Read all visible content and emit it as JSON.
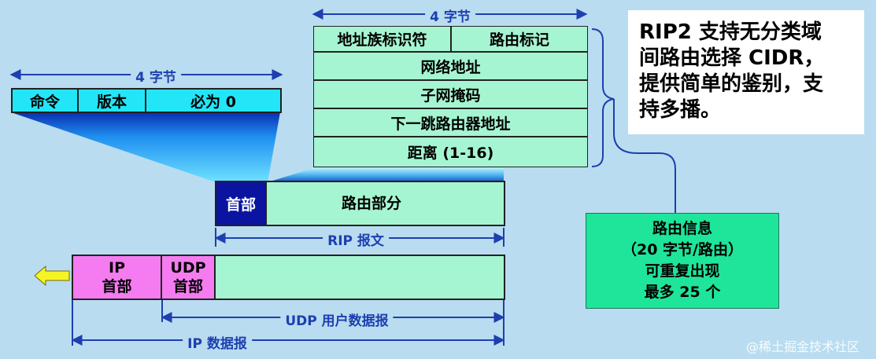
{
  "route_entry": {
    "width_label": "4 字节",
    "row1": {
      "left": "地址族标识符",
      "right": "路由标记"
    },
    "rows": [
      "网络地址",
      "子网掩码",
      "下一跳路由器地址",
      "距离 (1-16)"
    ]
  },
  "header_fields": {
    "width_label": "4 字节",
    "fields": [
      "命令",
      "版本",
      "必为 0"
    ]
  },
  "rip_message": {
    "header": "首部",
    "body": "路由部分",
    "label": "RIP 报文"
  },
  "udp_datagram": {
    "ip_header_line1": "IP",
    "ip_header_line2": "首部",
    "udp_header_line1": "UDP",
    "udp_header_line2": "首部",
    "label": "UDP 用户数据报"
  },
  "ip_datagram": {
    "label": "IP 数据报"
  },
  "route_info_box": {
    "lines": [
      "路由信息",
      "（20 字节/路由）",
      "可重复出现",
      "最多 25 个"
    ]
  },
  "note_box": {
    "lines": [
      "RIP2 支持无分类域",
      "间路由选择 CIDR，",
      "提供简单的鉴别，支",
      "持多播。"
    ]
  },
  "watermark": "@稀土掘金技术社区",
  "colors": {
    "background": "#b9dcf0",
    "mint": "#a6f5d2",
    "cyan": "#22e6f7",
    "navy": "#0a14a0",
    "magenta": "#f47cf0",
    "route_info_green": "#1ee59a",
    "label_blue": "#1d3fb0",
    "arrow_yellow": "#f5f526"
  }
}
